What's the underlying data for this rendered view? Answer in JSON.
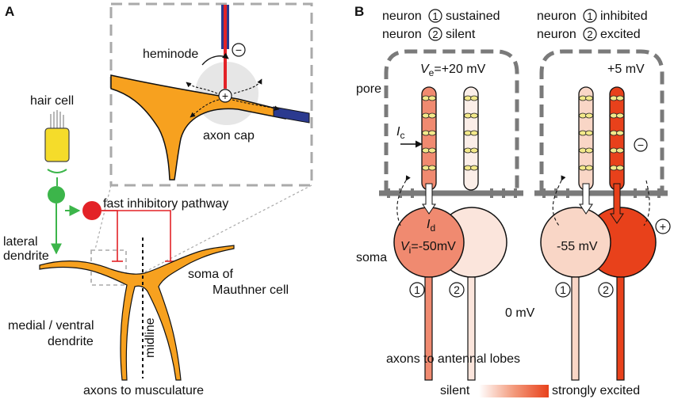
{
  "panel_a": {
    "letter": "A",
    "heminode": "heminode",
    "minus_sign": "−",
    "plus_sign": "+",
    "axon_cap": "axon cap",
    "hair_cell": "hair cell",
    "fast_inhibitory_pathway": "fast inhibitory pathway",
    "lateral_line1": "lateral",
    "lateral_line2": "dendrite",
    "soma_line1": "soma of",
    "soma_line2": "Mauthner cell",
    "medial_line1": "medial / ventral",
    "medial_line2": "dendrite",
    "midline": "midline",
    "axons_to_musculature": "axons to musculature"
  },
  "panel_b": {
    "letter": "B",
    "left_header": {
      "line1_a": "neuron",
      "line1_num": "1",
      "line1_b": "sustained",
      "line2_a": "neuron",
      "line2_num": "2",
      "line2_b": "silent"
    },
    "right_header": {
      "line1_a": "neuron",
      "line1_num": "1",
      "line1_b": "inhibited",
      "line2_a": "neuron",
      "line2_num": "2",
      "line2_b": "excited"
    },
    "ve_symbol": "V",
    "ve_sub": "e",
    "ve_value": "=+20 mV",
    "right_ve": "+5 mV",
    "pore": "pore",
    "ic_symbol": "I",
    "ic_sub": "c",
    "id_symbol": "I",
    "id_sub": "d",
    "soma": "soma",
    "vi_symbol": "V",
    "vi_sub": "i",
    "vi_value": "=-50mV",
    "right_soma_value": "-55 mV",
    "num1": "1",
    "num2": "2",
    "zero_mv": "0 mV",
    "axons_to_antennal_lobes": "axons to antennal lobes",
    "minus_sign": "−",
    "plus_sign": "+"
  },
  "legend": {
    "low": "silent",
    "high": "strongly excited"
  },
  "colors": {
    "axon_orange": "#f7a11f",
    "excite_red": "#e8411b",
    "mid_salmon": "#f08a70",
    "pale_peach": "#f9d6c6",
    "fast_red": "#e32227",
    "green": "#3cb54a",
    "hair_yellow": "#f5dc2a",
    "cuticle_gray": "#7a7a7a",
    "electrode_blue": "#2b3a8f"
  }
}
